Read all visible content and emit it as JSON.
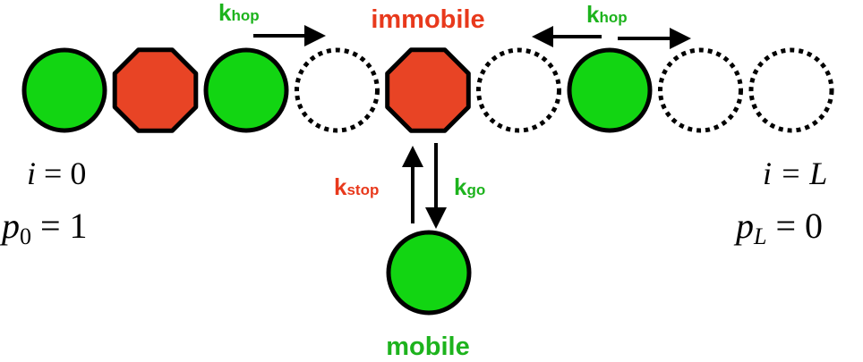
{
  "colors": {
    "mobile_fill": "#12D512",
    "immobile_fill": "#E84425",
    "green_text": "#1DB31D",
    "red_text": "#E8391C",
    "outline": "#000000"
  },
  "labels": {
    "immobile": "immobile",
    "mobile": "mobile"
  },
  "rates": {
    "hop_base": "k",
    "hop_sub": "hop",
    "stop_base": "k",
    "stop_sub": "stop",
    "go_base": "k",
    "go_sub": "go"
  },
  "boundary_left": {
    "index_var": "i",
    "index_eq": " = 0",
    "prob_var": "p",
    "prob_sub": "0",
    "prob_eq": " = 1"
  },
  "boundary_right": {
    "index_var": "i",
    "index_eq": " = L",
    "prob_var": "p",
    "prob_sub": "L",
    "prob_eq": " = 0"
  },
  "lattice": [
    "mobile",
    "immobile",
    "mobile",
    "empty",
    "immobile",
    "empty",
    "mobile",
    "empty",
    "empty"
  ]
}
